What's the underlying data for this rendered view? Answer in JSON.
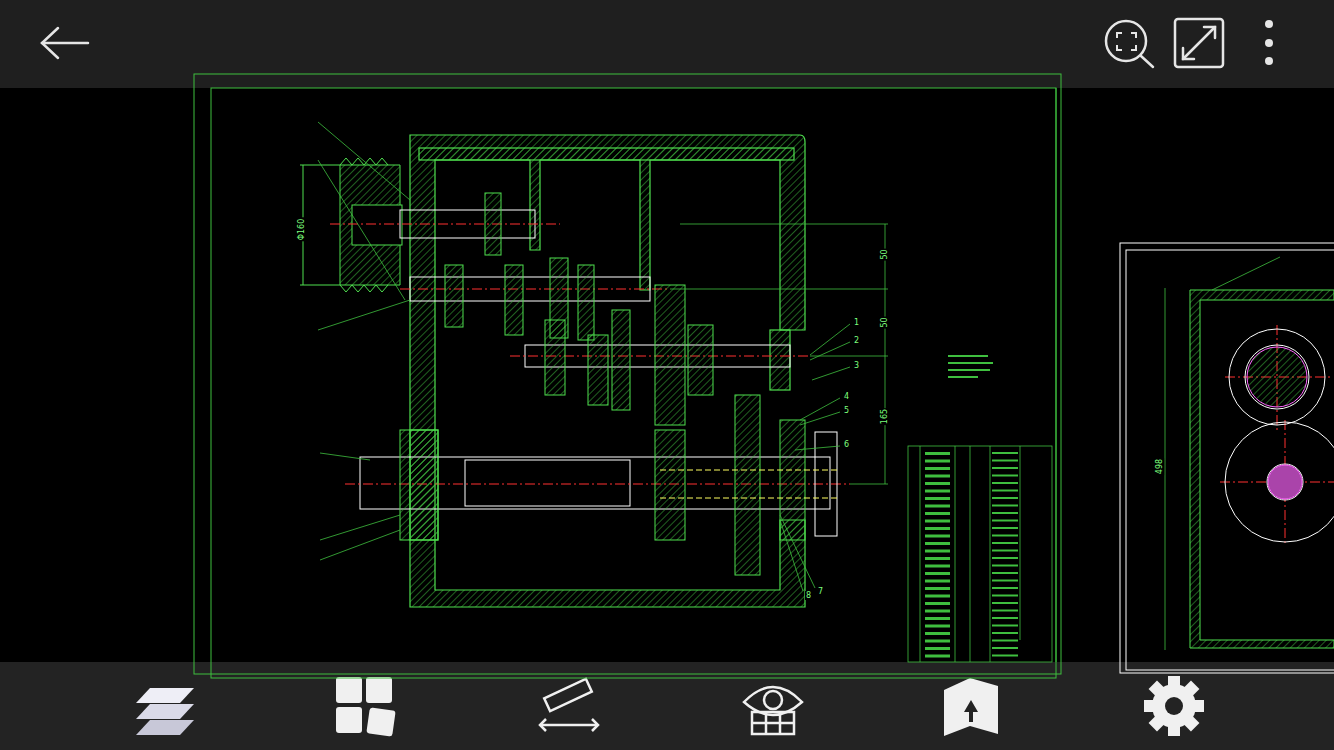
{
  "diagram": {
    "labels": [
      "50",
      "50",
      "165",
      "498",
      "Φ160",
      "1",
      "2",
      "3",
      "4",
      "5",
      "6",
      "7",
      "8"
    ]
  }
}
